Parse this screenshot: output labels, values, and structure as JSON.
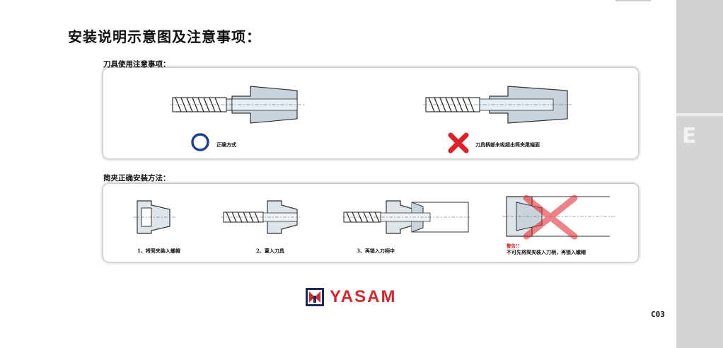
{
  "page": {
    "title": "安装说明示意图及注意事项：",
    "page_number": "C03",
    "side_tab_letter": "E"
  },
  "section1": {
    "heading": "刀具使用注意事项：",
    "correct_caption": "正确方式",
    "wrong_caption": "刀具柄部未吸超出简夹尾端面",
    "correct_color": "#1c3f94",
    "wrong_color": "#e01f27"
  },
  "section2": {
    "heading": "简夹正确安装方法：",
    "steps": [
      "1、将简夹装入螺帽",
      "2、置入刀具",
      "3、再锁入刀柄中"
    ],
    "warning_title": "警告!!",
    "warning_text": "不可先将简夹装入刀柄，再锁入螺帽"
  },
  "logo": {
    "text": "YASAM",
    "accent": "#d8262c",
    "dark": "#1b2a5c"
  }
}
